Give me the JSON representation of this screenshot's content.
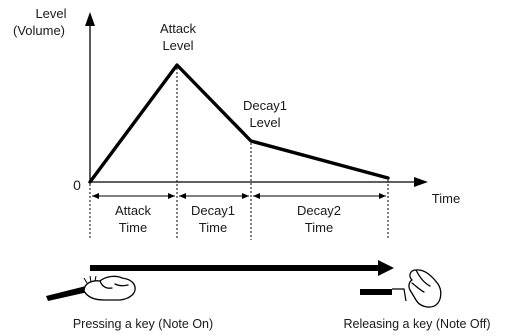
{
  "axes": {
    "y_label_line1": "Level",
    "y_label_line2": "(Volume)",
    "x_label": "Time",
    "origin_label": "0"
  },
  "levels": {
    "attack_line1": "Attack",
    "attack_line2": "Level",
    "decay1_line1": "Decay1",
    "decay1_line2": "Level"
  },
  "times": {
    "attack_line1": "Attack",
    "attack_line2": "Time",
    "decay1_line1": "Decay1",
    "decay1_line2": "Time",
    "decay2_line1": "Decay2",
    "decay2_line2": "Time"
  },
  "captions": {
    "note_on": "Pressing a key (Note On)",
    "note_off": "Releasing a key (Note Off)"
  }
}
